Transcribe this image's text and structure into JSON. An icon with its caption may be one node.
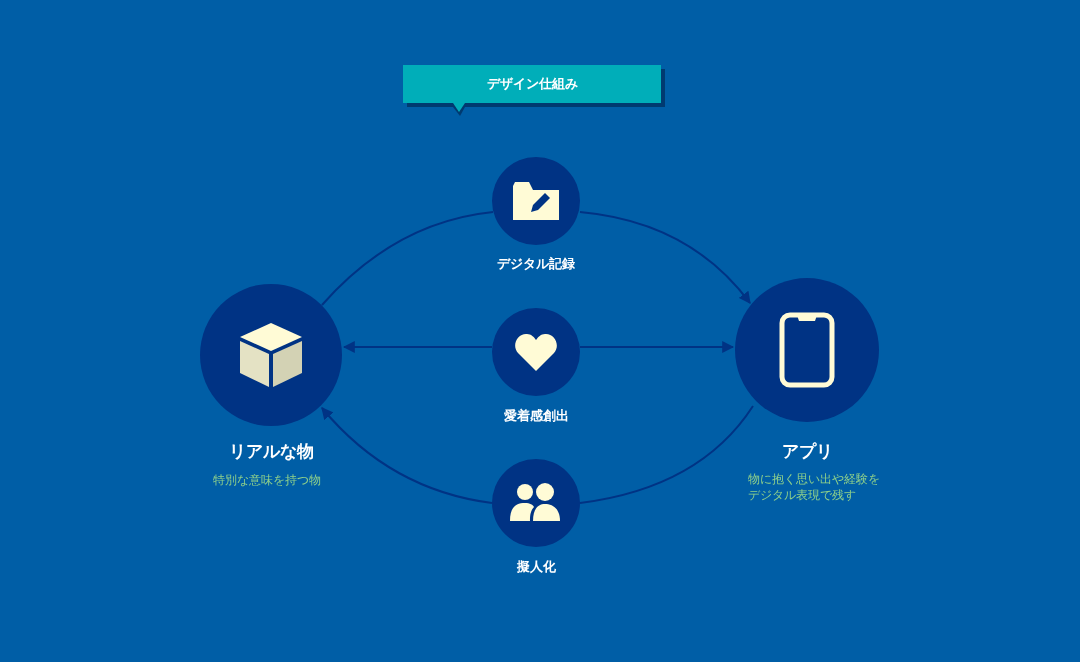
{
  "diagram": {
    "nodes": [
      {
        "text": [
          "デザイン仕組み"
        ]
      },
      {
        "text": [
          "リアルな物"
        ],
        "beside": [
          "特別な意味を持つ物"
        ]
      },
      {
        "text": [
          "デジタル記録"
        ]
      },
      {
        "text": [
          "愛着感創出"
        ]
      },
      {
        "text": [
          "擬人化"
        ]
      },
      {
        "text": [
          "アプリ"
        ]
      }
    ],
    "labels": [
      "物に抱く思い出や経験をデジタル表現で残す"
    ],
    "edges": [
      {
        "from": 1,
        "to": 2,
        "arrow": "none"
      },
      {
        "from": 2,
        "to": 5,
        "arrow": "to"
      },
      {
        "from": 3,
        "to": 1,
        "arrow": "to"
      },
      {
        "from": 3,
        "to": 5,
        "arrow": "to"
      },
      {
        "from": 5,
        "to": 4,
        "arrow": "none"
      },
      {
        "from": 4,
        "to": 1,
        "arrow": "to"
      }
    ]
  }
}
